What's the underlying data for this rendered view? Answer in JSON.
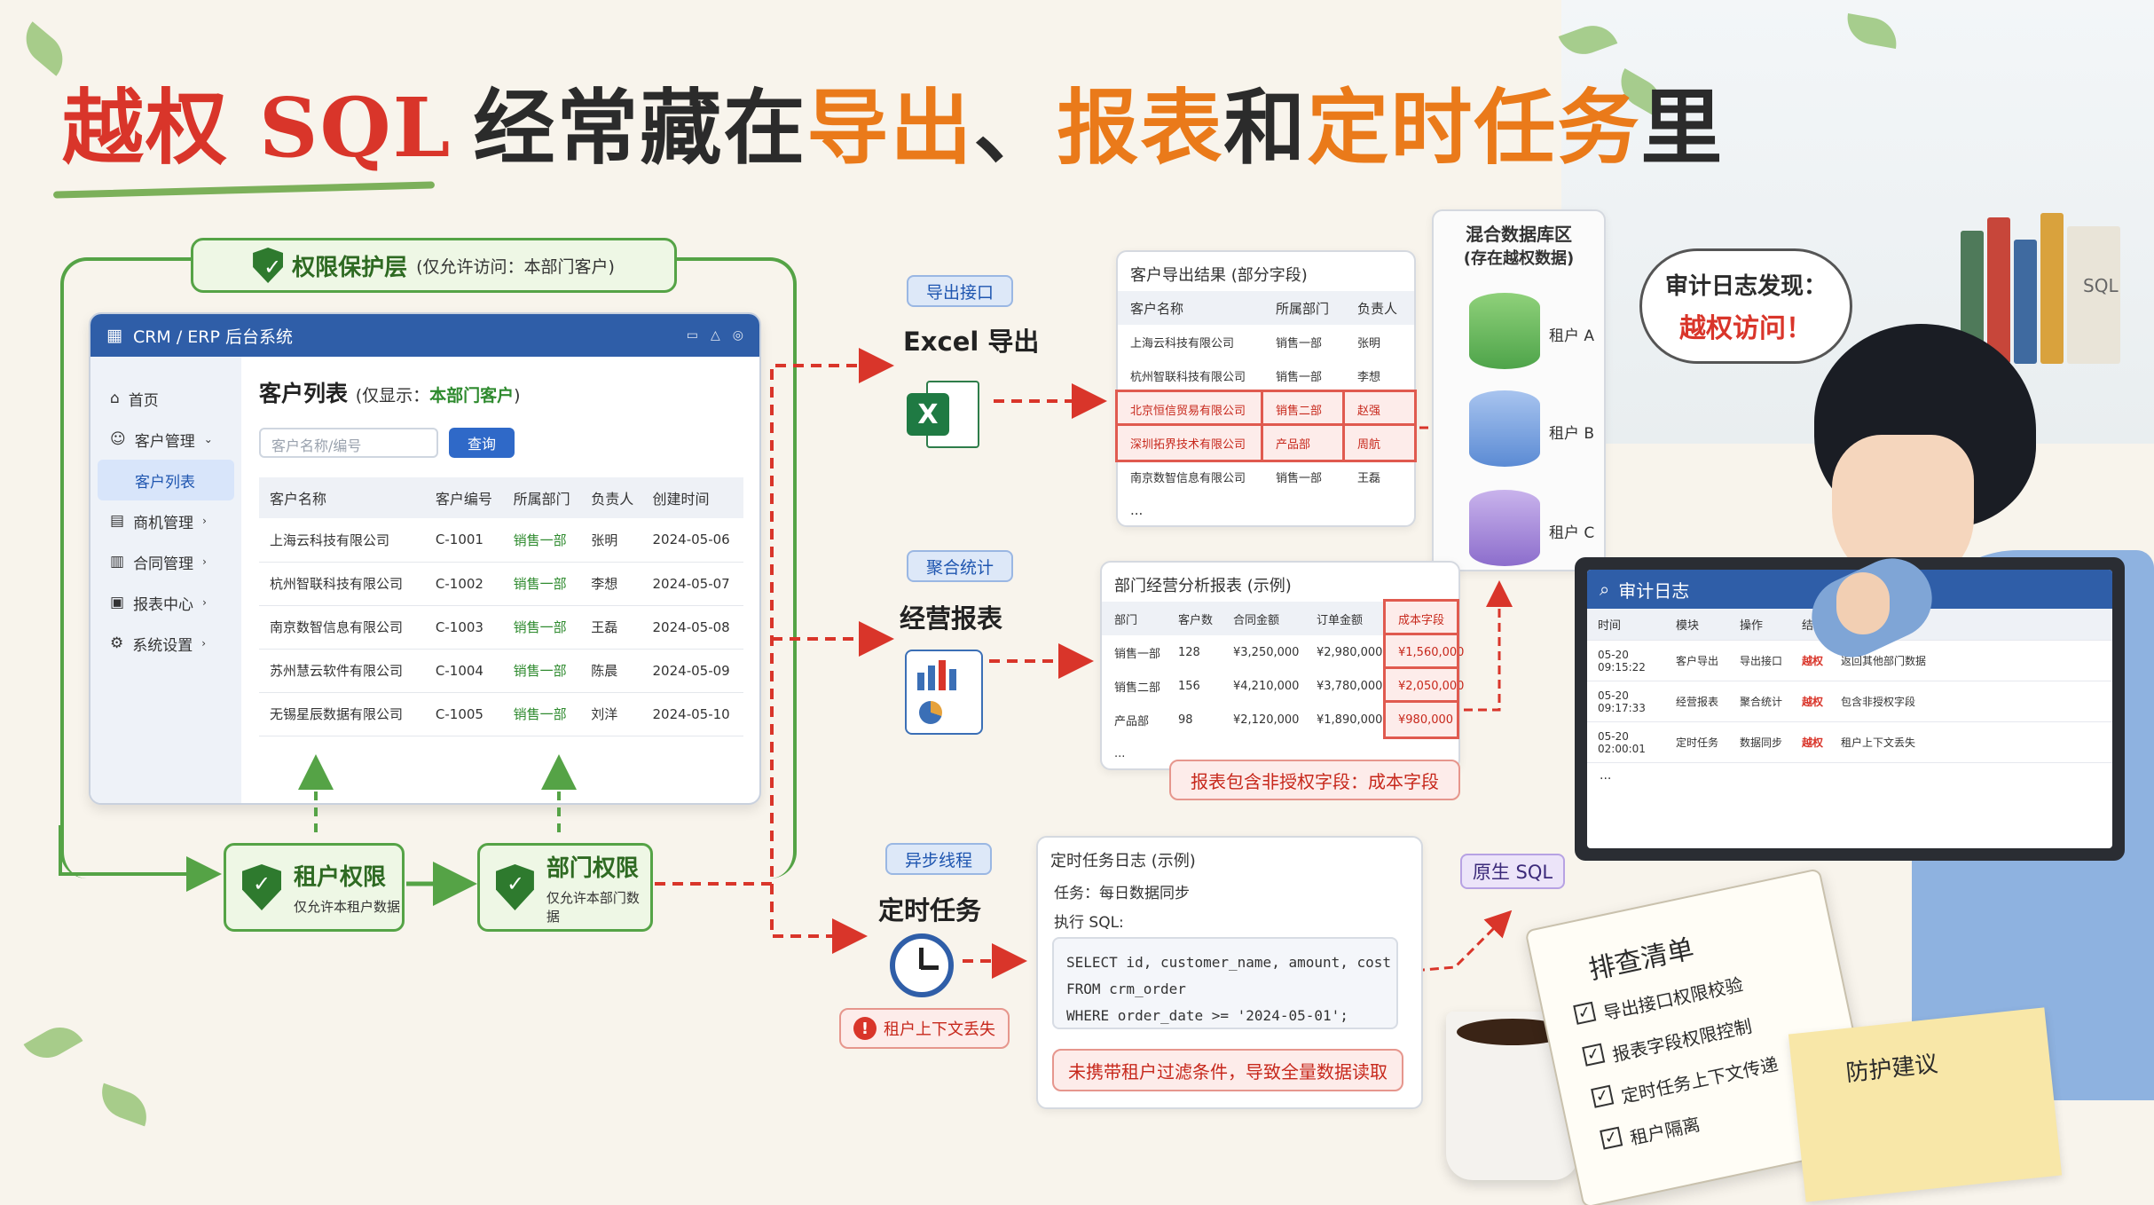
{
  "title": {
    "p1": "越权 SQL",
    "p2": "经常藏在",
    "p3": "导出",
    "p4": "、",
    "p5": "报表",
    "p6": "和",
    "p7": "定时任务",
    "p8": "里"
  },
  "protection": {
    "label": "权限保护层",
    "note": "(仅允许访问：本部门客户)"
  },
  "crm": {
    "window_title": "CRM / ERP 后台系统",
    "sidebar": [
      "首页",
      "客户管理",
      "客户列表",
      "商机管理",
      "合同管理",
      "报表中心",
      "系统设置"
    ],
    "page_title": "客户列表",
    "page_note_prefix": "(仅显示：",
    "page_note_value": "本部门客户",
    "page_note_suffix": ")",
    "search_placeholder": "客户名称/编号",
    "query_button": "查询",
    "columns": [
      "客户名称",
      "客户编号",
      "所属部门",
      "负责人",
      "创建时间"
    ],
    "rows": [
      [
        "上海云科技有限公司",
        "C-1001",
        "销售一部",
        "张明",
        "2024-05-06"
      ],
      [
        "杭州智联科技有限公司",
        "C-1002",
        "销售一部",
        "李想",
        "2024-05-07"
      ],
      [
        "南京数智信息有限公司",
        "C-1003",
        "销售一部",
        "王磊",
        "2024-05-08"
      ],
      [
        "苏州慧云软件有限公司",
        "C-1004",
        "销售一部",
        "陈晨",
        "2024-05-09"
      ],
      [
        "无锡星辰数据有限公司",
        "C-1005",
        "销售一部",
        "刘洋",
        "2024-05-10"
      ]
    ]
  },
  "perm_tenant": {
    "title": "租户权限",
    "sub": "仅允许本租户数据"
  },
  "perm_dept": {
    "title": "部门权限",
    "sub": "仅允许本部门数据"
  },
  "export": {
    "pill": "导出接口",
    "title": "Excel 导出"
  },
  "report": {
    "pill": "聚合统计",
    "title": "经营报表"
  },
  "task": {
    "pill": "异步线程",
    "title": "定时任务",
    "warn": "租户上下文丢失"
  },
  "export_result": {
    "head": "客户导出结果 (部分字段)",
    "columns": [
      "客户名称",
      "所属部门",
      "负责人"
    ],
    "rows": [
      [
        "上海云科技有限公司",
        "销售一部",
        "张明"
      ],
      [
        "杭州智联科技有限公司",
        "销售一部",
        "李想"
      ],
      [
        "北京恒信贸易有限公司",
        "销售二部",
        "赵强"
      ],
      [
        "深圳拓界技术有限公司",
        "产品部",
        "周航"
      ],
      [
        "南京数智信息有限公司",
        "销售一部",
        "王磊"
      ]
    ],
    "more": "..."
  },
  "db": {
    "head1": "混合数据库区",
    "head2": "(存在越权数据)",
    "a": "租户 A",
    "b": "租户 B",
    "c": "租户 C"
  },
  "report_table": {
    "head": "部门经营分析报表 (示例)",
    "columns": [
      "部门",
      "客户数",
      "合同金额",
      "订单金额",
      "成本字段"
    ],
    "rows": [
      [
        "销售一部",
        "128",
        "¥3,250,000",
        "¥2,980,000",
        "¥1,560,000"
      ],
      [
        "销售二部",
        "156",
        "¥4,210,000",
        "¥3,780,000",
        "¥2,050,000"
      ],
      [
        "产品部",
        "98",
        "¥2,120,000",
        "¥1,890,000",
        "¥980,000"
      ]
    ],
    "more": "...",
    "note": "报表包含非授权字段：成本字段"
  },
  "task_log": {
    "head": "定时任务日志 (示例)",
    "task": "任务：每日数据同步",
    "exec": "执行 SQL:",
    "sql": "SELECT id, customer_name, amount, cost\nFROM crm_order\nWHERE order_date >= '2024-05-01';",
    "note": "未携带租户过滤条件，导致全量数据读取"
  },
  "raw_sql": "原生 SQL",
  "bubble": {
    "line1": "审计日志发现：",
    "line2": "越权访问！"
  },
  "audit": {
    "title": "审计日志",
    "columns": [
      "时间",
      "模块",
      "操作",
      "结果",
      ""
    ],
    "rows": [
      [
        "05-20 09:15:22",
        "客户导出",
        "导出接口",
        "越权",
        "返回其他部门数据"
      ],
      [
        "05-20 09:17:33",
        "经营报表",
        "聚合统计",
        "越权",
        "包含非授权字段"
      ],
      [
        "05-20 02:00:01",
        "定时任务",
        "数据同步",
        "越权",
        "租户上下文丢失"
      ]
    ],
    "more": "..."
  },
  "checklist": {
    "title": "排查清单",
    "items": [
      "导出接口权限校验",
      "报表字段权限控制",
      "定时任务上下文传递",
      "租户隔离"
    ]
  },
  "sticky_note": "防护建议",
  "shelf_label": "SQL",
  "colors": {
    "red": "#d9352a",
    "orange": "#ea7a1a",
    "green": "#55a346",
    "blue": "#2f5ea8"
  }
}
